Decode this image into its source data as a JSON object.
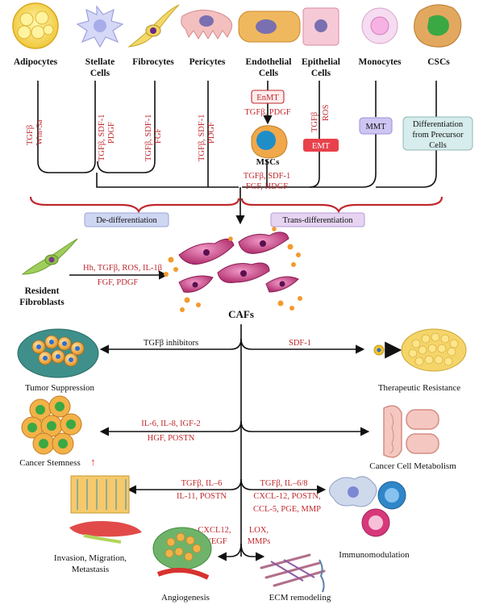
{
  "sources": {
    "adipocytes": "Adipocytes",
    "stellate_1": "Stellate",
    "stellate_2": "Cells",
    "fibrocytes": "Fibrocytes",
    "pericytes": "Pericytes",
    "endothelial_1": "Endothelial",
    "endothelial_2": "Cells",
    "epithelial_1": "Epithelial",
    "epithelial_2": "Cells",
    "monocytes": "Monocytes",
    "cscs": "CSCs"
  },
  "factors": {
    "adipocytes_a": "TGFβ",
    "adipocytes_b": "Wnt-3a",
    "stellate_a": "TGFβ, SDF-1",
    "stellate_b": "PDGF",
    "fibrocytes_a": "TGFβ, SDF-1",
    "fibrocytes_b": "FGF",
    "pericytes_a": "TGFβ, SDF-1",
    "pericytes_b": "PDGF",
    "enmt": "EnMT",
    "endothelial": "TGFβ, PDGF",
    "mscs": "MSCs",
    "mscs_factors_1": "TGFβ, SDF-1",
    "mscs_factors_2": "FGF, HDGF",
    "epithelial_a": "TGFβ",
    "epithelial_b": "ROS",
    "emt": "EMT",
    "mmt": "MMT",
    "csc_box_1": "Differentiation",
    "csc_box_2": "from Precursor",
    "csc_box_3": "Cells"
  },
  "processes": {
    "dedifferentiation": "De-differentiation",
    "transdifferentiation": "Trans-differentiation"
  },
  "resident": {
    "label_1": "Resident",
    "label_2": "Fibroblasts",
    "factors_1": "Hh, TGFβ, ROS, IL-1β",
    "factors_2": "FGF, PDGF"
  },
  "cafs": "CAFs",
  "effects": {
    "tgfb_inhibitors": "TGFβ inhibitors",
    "tumor_suppression": "Tumor Suppression",
    "sdf1": "SDF-1",
    "therapeutic_resistance": "Therapeutic Resistance",
    "stemness_factors_1": "IL-6, IL-8, IGF-2",
    "stemness_factors_2": "HGF, POSTN",
    "cancer_stemness": "Cancer Stemness",
    "stemness_arrow": "↑",
    "cancer_cell_metabolism": "Cancer Cell Metabolism",
    "invasion_factors_1": "TGFβ, IL–6",
    "invasion_factors_2": "IL-11, POSTN",
    "invasion_1": "Invasion, Migration,",
    "invasion_2": "Metastasis",
    "immuno_factors_1": "TGFβ, IL–6/8",
    "immuno_factors_2": "CXCL-12, POSTN,",
    "immuno_factors_3": "CCL-5, PGE, MMP",
    "immunomodulation": "Immunomodulation",
    "angio_factors_1": "CXCL12,",
    "angio_factors_2": "VEGF",
    "angiogenesis": "Angiogenesis",
    "ecm_factors_1": "LOX,",
    "ecm_factors_2": "MMPs",
    "ecm_remodeling": "ECM remodeling"
  }
}
